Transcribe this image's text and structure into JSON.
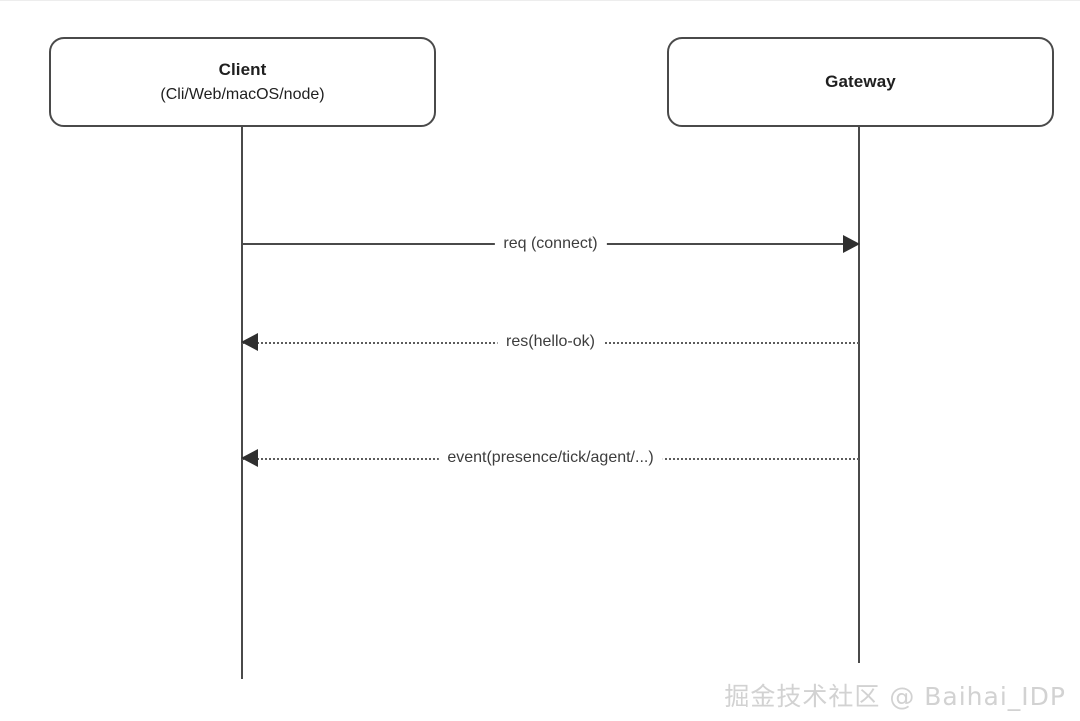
{
  "diagram": {
    "type": "sequence-diagram",
    "background_color": "#ffffff",
    "line_color": "#4a4a4a",
    "text_color": "#1f1f1f",
    "participants": [
      {
        "id": "client",
        "title": "Client",
        "subtitle": "(Cli/Web/macOS/node)"
      },
      {
        "id": "gateway",
        "title": "Gateway",
        "subtitle": ""
      }
    ],
    "messages": [
      {
        "label": "req (connect)",
        "from": "client",
        "to": "gateway",
        "direction": "right",
        "style": "solid"
      },
      {
        "label": "res(hello-ok)",
        "from": "gateway",
        "to": "client",
        "direction": "left",
        "style": "dotted"
      },
      {
        "label": "event(presence/tick/agent/...)",
        "from": "gateway",
        "to": "client",
        "direction": "left",
        "style": "dotted"
      }
    ]
  },
  "watermark": {
    "text": "掘金技术社区 @ Baihai_IDP",
    "color": "#d2d2d2"
  }
}
